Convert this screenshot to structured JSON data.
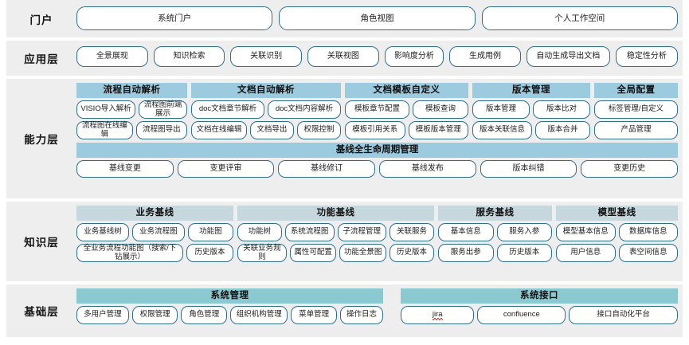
{
  "colors": {
    "band_bg": "#eeeeee",
    "pill_border": "#2e6f8e",
    "capability_header": "#9ccbdf",
    "knowledge_header": "#c6d8dd",
    "infrastructure_header": "#8bc9d1",
    "page_bg": "#ffffff",
    "misspell_underline": "#e03030"
  },
  "layers": {
    "portal": {
      "label": "门户",
      "items": [
        "系统门户",
        "角色视图",
        "个人工作空间"
      ]
    },
    "application": {
      "label": "应用层",
      "items": [
        "全景展现",
        "知识检索",
        "关联识别",
        "关联视图",
        "影响度分析",
        "生成用例",
        "自动生成导出文档",
        "稳定性分析"
      ]
    },
    "capability": {
      "label": "能力层",
      "groups": [
        {
          "title": "流程自动解析",
          "rows": [
            [
              "VISIO导入解析",
              "流程图前端展示"
            ],
            [
              "流程图在线编辑",
              "流程图导出"
            ]
          ]
        },
        {
          "title": "文档自动解析",
          "rows": [
            [
              "doc文档章节解析",
              "doc文档内容解析"
            ],
            [
              "文档在线编辑",
              "文档导出",
              "权限控制"
            ]
          ]
        },
        {
          "title": "文档模板自定义",
          "rows": [
            [
              "模板章节配置",
              "模板查询"
            ],
            [
              "模板引用关系",
              "模板版本管理"
            ]
          ]
        },
        {
          "title": "版本管理",
          "rows": [
            [
              "版本管理",
              "版本比对"
            ],
            [
              "版本关联信息",
              "版本合并"
            ]
          ]
        },
        {
          "title": "全局配置",
          "rows": [
            [
              "标签管理/自定义"
            ],
            [
              "产品管理"
            ]
          ]
        }
      ],
      "lifecycle": {
        "title": "基线全生命周期管理",
        "items": [
          "基线变更",
          "变更评审",
          "基线修订",
          "基线发布",
          "版本纠错",
          "变更历史"
        ]
      }
    },
    "knowledge": {
      "label": "知识层",
      "groups": [
        {
          "title": "业务基线",
          "rows": [
            [
              "业务基线树",
              "业务流程图",
              "功能图"
            ],
            [
              "全业务流程功能图（搜索/下钻展示）",
              "历史版本"
            ]
          ]
        },
        {
          "title": "功能基线",
          "rows": [
            [
              "功能树",
              "系统流程图",
              "子流程管理",
              "关联服务"
            ],
            [
              "关联业务规则",
              "属性可配置",
              "功能全景图",
              "历史版本"
            ]
          ]
        },
        {
          "title": "服务基线",
          "rows": [
            [
              "基本信息",
              "服务入参"
            ],
            [
              "服务出参",
              "历史版本"
            ]
          ]
        },
        {
          "title": "模型基线",
          "rows": [
            [
              "模型基本信息",
              "数据库信息"
            ],
            [
              "用户信息",
              "表空间信息"
            ]
          ]
        }
      ]
    },
    "infrastructure": {
      "label": "基础层",
      "groups": [
        {
          "title": "系统管理",
          "rows": [
            [
              "多用户管理",
              "权限管理",
              "角色管理",
              "组织机构管理",
              "菜单管理",
              "操作日志"
            ]
          ]
        },
        {
          "title": "系统接口",
          "rows": [
            [
              "jira",
              "confluence",
              "接口自动化平台"
            ]
          ]
        }
      ],
      "misspelled_item": "jira"
    }
  }
}
